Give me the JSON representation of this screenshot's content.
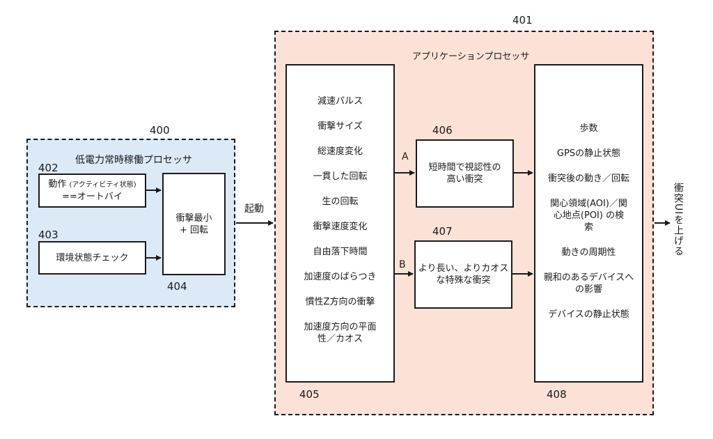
{
  "regions": {
    "low_power": {
      "ref": "400",
      "title": "低電力常時稼働プロセッサ",
      "color": "#dce9f7"
    },
    "application": {
      "ref": "401",
      "title": "アプリケーションプロセッサ",
      "color": "#fce2d6"
    }
  },
  "boxes": {
    "activity": {
      "ref": "402",
      "line1": "動作",
      "line1_small": "(アクティビティ状態)",
      "line2": "==オートバイ"
    },
    "environment": {
      "ref": "403",
      "text": "環境状態チェック"
    },
    "impact_min": {
      "ref": "404",
      "line1": "衝撃最小",
      "line2": "+ 回転"
    },
    "features": {
      "ref": "405",
      "items": [
        "減速パルス",
        "衝撃サイズ",
        "総速度変化",
        "一貫した回転",
        "生の回転",
        "衝撃速度変化",
        "自由落下時間",
        "加速度のばらつき",
        "慣性Z方向の衝撃",
        "加速度方向の平面\n性／カオス"
      ]
    },
    "short_impact": {
      "ref": "406",
      "line1": "短時間で視認性の",
      "line2": "高い衝突"
    },
    "long_impact": {
      "ref": "407",
      "line1": "より長い、よりカオス",
      "line2": "な特殊な衝突"
    },
    "context": {
      "ref": "408",
      "items": [
        "歩数",
        "GPSの静止状態",
        "衝突後の動き／回転",
        "関心領域(AOI)／関\n心地点(POI) の検\n索",
        "動きの周期性",
        "親和のあるデバイスへ\nの影響",
        "デバイスの静止状態"
      ]
    }
  },
  "arrows": {
    "start_label": "起動",
    "path_a_label": "A",
    "path_b_label": "B",
    "output_label": "衝突UIを上げる"
  }
}
